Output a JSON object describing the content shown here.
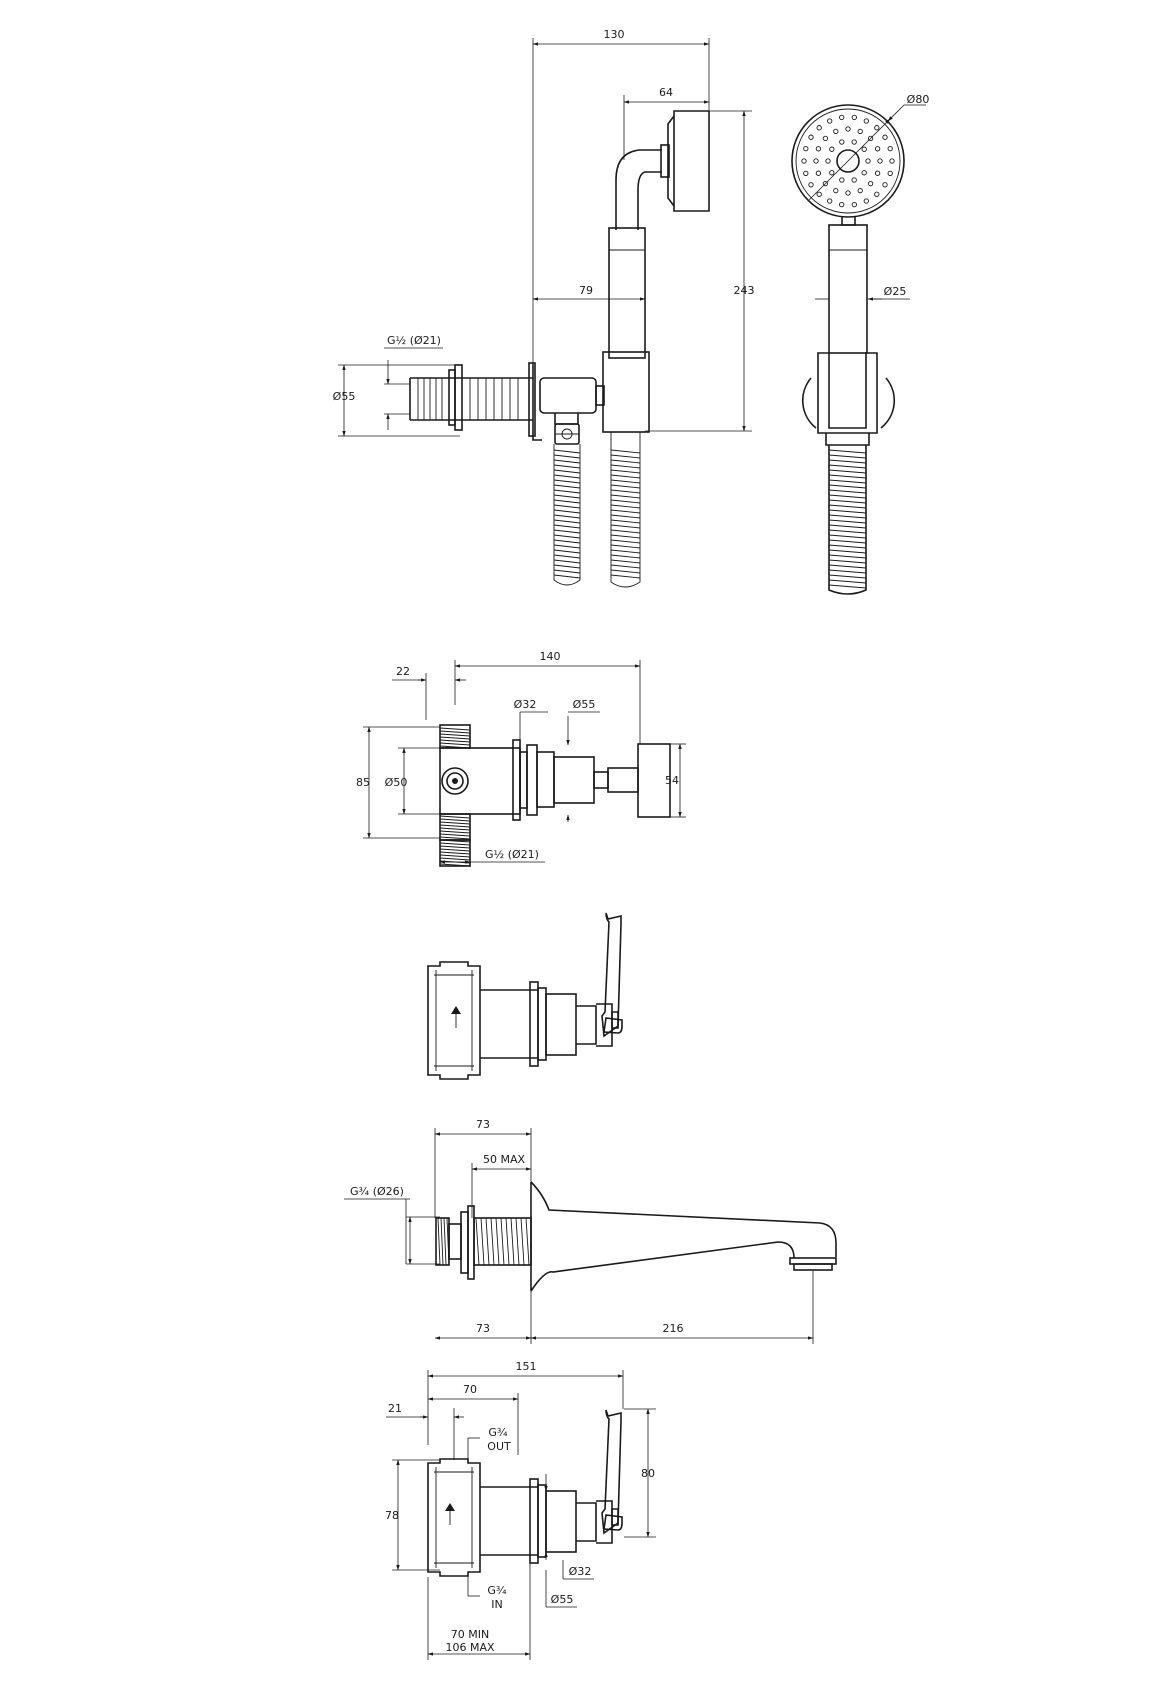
{
  "views": {
    "handshower_side": {
      "dims": {
        "overall_width": "130",
        "head_depth": "64",
        "wall_to_handle": "79",
        "height": "243",
        "inlet_thread": "G½ (Ø21)",
        "flange": "Ø55"
      }
    },
    "handshower_front": {
      "dims": {
        "head": "Ø80",
        "handle": "Ø25"
      }
    },
    "valve_top": {
      "dims": {
        "overall": "140",
        "offset": "22",
        "stem": "Ø32",
        "rose": "Ø55",
        "body_height": "85",
        "body": "Ø50",
        "handle": "54",
        "thread": "G½ (Ø21)"
      }
    },
    "valve_side": {
      "dims": {}
    },
    "spout": {
      "dims": {
        "top": "73",
        "max_wall": "50 MAX",
        "thread": "G¾ (Ø26)",
        "bottom_left": "73",
        "projection": "216"
      }
    },
    "diverter": {
      "dims": {
        "overall": "151",
        "depth": "70",
        "offset": "21",
        "outlet": "G¾\nOUT",
        "outlet_l1": "G¾",
        "outlet_l2": "OUT",
        "inlet_l1": "G¾",
        "inlet_l2": "IN",
        "height": "78",
        "lever": "80",
        "stem": "Ø32",
        "rose": "Ø55",
        "min": "70 MIN",
        "max": "106 MAX"
      }
    }
  }
}
